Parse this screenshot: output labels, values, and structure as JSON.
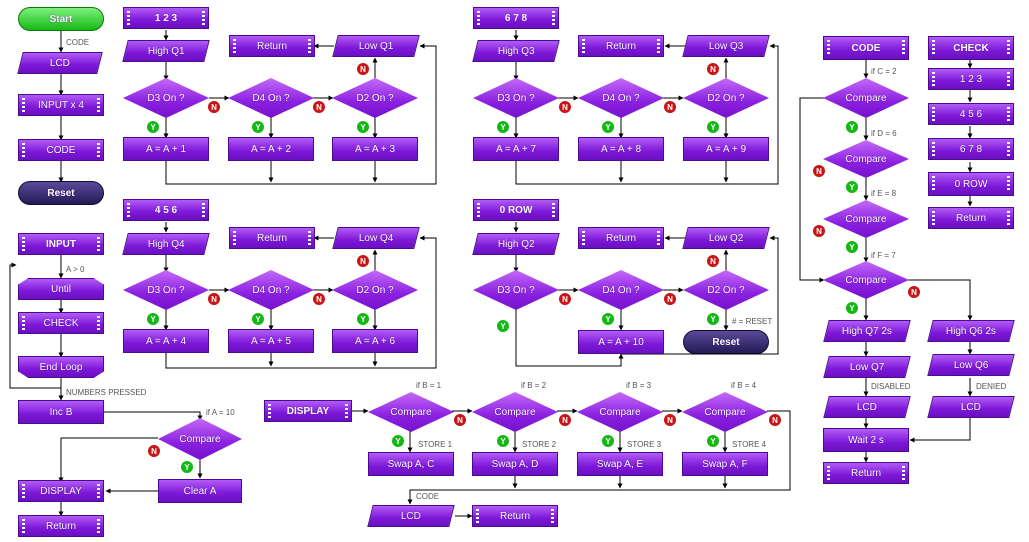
{
  "blocks": {
    "start": "Start",
    "lcd1": "LCD",
    "input_x4": "INPUT  x  4",
    "code_call": "CODE",
    "reset1": "Reset",
    "input_sub": "INPUT",
    "until": "Until",
    "check_call": "CHECK",
    "end_loop": "End Loop",
    "inc_b": "Inc B",
    "compare_a": "Compare",
    "clear_a": "Clear A",
    "display_call": "DISPLAY",
    "return_input": "Return",
    "s123": "1 2 3",
    "high_q1": "High Q1",
    "return_123": "Return",
    "low_q1": "Low Q1",
    "d3_123": "D3 On ?",
    "d4_123": "D4 On ?",
    "d2_123": "D2 On ?",
    "a1": "A = A + 1",
    "a2": "A = A + 2",
    "a3": "A = A + 3",
    "s456": "4 5 6",
    "high_q4": "High Q4",
    "return_456": "Return",
    "low_q4": "Low Q4",
    "d3_456": "D3 On ?",
    "d4_456": "D4 On ?",
    "d2_456": "D2 On ?",
    "a4": "A = A + 4",
    "a5": "A = A + 5",
    "a6": "A = A + 6",
    "s678": "6 7 8",
    "high_q3": "High Q3",
    "return_678": "Return",
    "low_q3": "Low Q3",
    "d3_678": "D3 On ?",
    "d4_678": "D4 On ?",
    "d2_678": "D2 On ?",
    "a7": "A = A + 7",
    "a8": "A = A + 8",
    "a9": "A = A + 9",
    "s0row": "0  ROW",
    "high_q2": "High Q2",
    "return_0row": "Return",
    "low_q2": "Low Q2",
    "d3_0row": "D3 On ?",
    "d4_0row": "D4 On ?",
    "d2_0row": "D2 On ?",
    "a10": "A = A + 10",
    "reset2": "Reset",
    "display_sub": "DISPLAY",
    "cmp_b1": "Compare",
    "cmp_b2": "Compare",
    "cmp_b3": "Compare",
    "cmp_b4": "Compare",
    "swap_ac": "Swap A, C",
    "swap_ad": "Swap A, D",
    "swap_ae": "Swap A, E",
    "swap_af": "Swap A, F",
    "lcd_display": "LCD",
    "return_display": "Return",
    "code_sub": "CODE",
    "cmp_c": "Compare",
    "cmp_d": "Compare",
    "cmp_e": "Compare",
    "cmp_f": "Compare",
    "high_q7": "High Q7  2s",
    "low_q7": "Low Q7",
    "lcd_q7": "LCD",
    "wait": "Wait 2 s",
    "return_code": "Return",
    "high_q6": "High Q6  2s",
    "low_q6": "Low Q6",
    "lcd_q6": "LCD",
    "check_sub": "CHECK",
    "chk_123": "1 2 3",
    "chk_456": "4 5 6",
    "chk_678": "6 7 8",
    "chk_0row": "0  ROW",
    "return_check": "Return"
  },
  "labels": {
    "code": "CODE",
    "a_gt_0": "A > 0",
    "numbers_pressed": "NUMBERS PRESSED",
    "if_a_10": "if A = 10",
    "if_b1": "if B = 1",
    "if_b2": "if B = 2",
    "if_b3": "if B = 3",
    "if_b4": "if B = 4",
    "store1": "STORE 1",
    "store2": "STORE 2",
    "store3": "STORE 3",
    "store4": "STORE 4",
    "code_after_swap": "CODE",
    "hash_reset": "# = RESET",
    "if_c2": "if C = 2",
    "if_d6": "if D = 6",
    "if_e8": "if E = 8",
    "if_f7": "if F = 7",
    "disabled": "DISABLED",
    "denied": "DENIED"
  },
  "badges": {
    "yes": "Y",
    "no": "N"
  },
  "colors": {
    "block": "#7d18d8",
    "start": "#16b816",
    "terminal": "#231a55",
    "yes": "#14b814",
    "no": "#c81414",
    "line": "#000000"
  }
}
